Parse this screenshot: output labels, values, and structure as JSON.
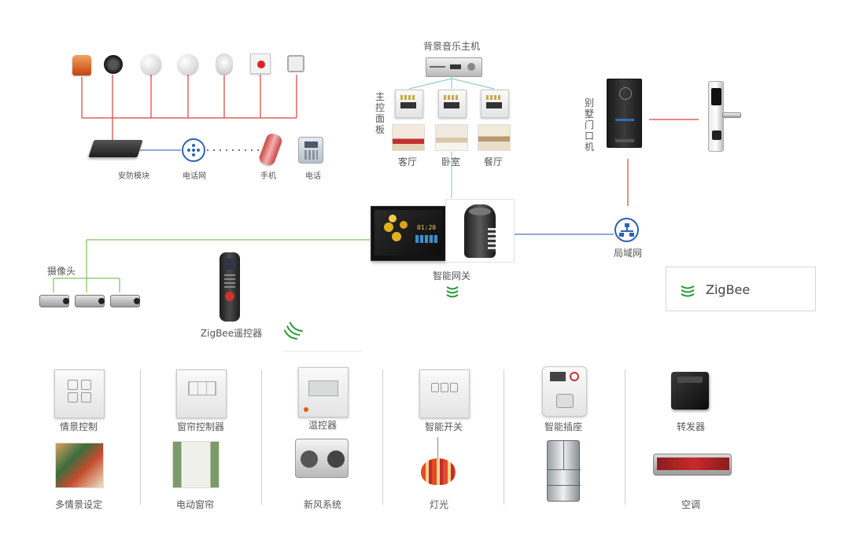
{
  "security": {
    "module_label": "安防模块",
    "phone_network_label": "电话网",
    "mobile_label": "手机",
    "telephone_label": "电话"
  },
  "music": {
    "host_label": "背景音乐主机",
    "panel_label": "主控面板",
    "rooms": [
      "客厅",
      "卧室",
      "餐厅"
    ]
  },
  "villa": {
    "door_label": "别墅门口机",
    "lan_label": "局域网"
  },
  "gateway": {
    "label": "智能网关",
    "screen_time": "01:20"
  },
  "camera": {
    "label": "摄像头"
  },
  "remote": {
    "label": "ZigBee遥控器"
  },
  "legend": {
    "label": "ZigBee"
  },
  "devices": {
    "top": [
      "情景控制",
      "窗帘控制器",
      "温控器",
      "智能开关",
      "智能插座",
      "转发器"
    ],
    "bottom": [
      "多情景设定",
      "电动窗帘",
      "新风系统",
      "灯光",
      "",
      "空调"
    ]
  },
  "colors": {
    "red_line": "#d9413a",
    "green_line": "#7cc35a",
    "teal_line": "#8fd3c8",
    "blue_line": "#4d76b8",
    "zigbee_green": "#2e9a3c"
  }
}
